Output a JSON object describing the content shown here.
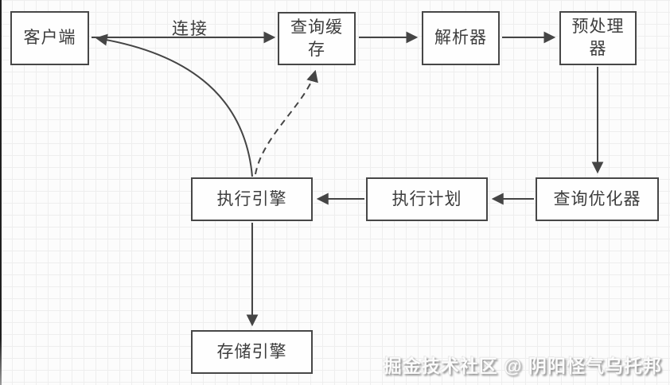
{
  "diagram": {
    "type": "flowchart",
    "subject": "MySQL query execution architecture",
    "nodes": [
      {
        "id": "client",
        "label": "客户端"
      },
      {
        "id": "query-cache",
        "label": "查询缓存"
      },
      {
        "id": "parser",
        "label": "解析器"
      },
      {
        "id": "preprocessor",
        "label": "预处理器"
      },
      {
        "id": "query-optimizer",
        "label": "查询优化器"
      },
      {
        "id": "execution-plan",
        "label": "执行计划"
      },
      {
        "id": "execution-engine",
        "label": "执行引擎"
      },
      {
        "id": "storage-engine",
        "label": "存储引擎"
      }
    ],
    "edges": [
      {
        "from": "client",
        "to": "query-cache",
        "label": "连接",
        "style": "solid",
        "shape": "straight"
      },
      {
        "from": "query-cache",
        "to": "parser",
        "label": "",
        "style": "solid",
        "shape": "straight"
      },
      {
        "from": "parser",
        "to": "preprocessor",
        "label": "",
        "style": "solid",
        "shape": "straight"
      },
      {
        "from": "preprocessor",
        "to": "query-optimizer",
        "label": "",
        "style": "solid",
        "shape": "straight"
      },
      {
        "from": "query-optimizer",
        "to": "execution-plan",
        "label": "",
        "style": "solid",
        "shape": "straight"
      },
      {
        "from": "execution-plan",
        "to": "execution-engine",
        "label": "",
        "style": "solid",
        "shape": "straight"
      },
      {
        "from": "execution-engine",
        "to": "storage-engine",
        "label": "",
        "style": "solid",
        "shape": "straight"
      },
      {
        "from": "execution-engine",
        "to": "client",
        "label": "",
        "style": "solid",
        "shape": "curve"
      },
      {
        "from": "execution-engine",
        "to": "query-cache",
        "label": "",
        "style": "dashed",
        "shape": "curve"
      }
    ]
  },
  "watermark": "掘金技术社区 @ 阴阳怪气乌托邦",
  "colors": {
    "line": "#454545",
    "box_border": "#474747",
    "box_background": "#fefefe",
    "text": "#3d3d3d",
    "grid": "#eeeeee",
    "background": "#fcfcfc"
  }
}
